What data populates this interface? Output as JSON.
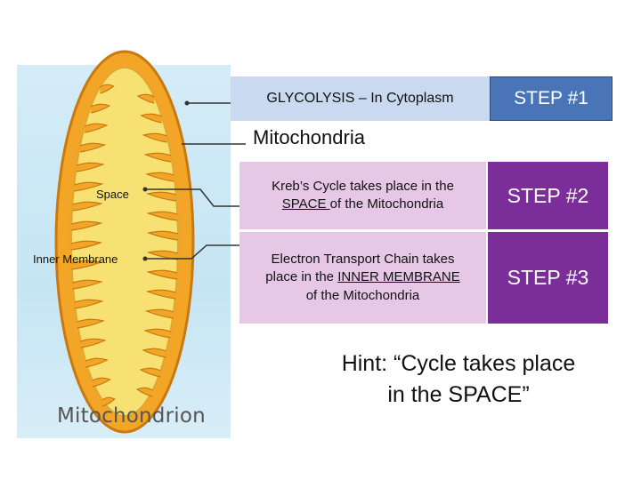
{
  "diagram": {
    "caption": "Mitochondrion",
    "labels": {
      "space": "Space",
      "inner_membrane": "Inner Membrane"
    }
  },
  "table": {
    "glycolysis": "GLYCOLYSIS – In Cytoplasm",
    "step1": "STEP #1",
    "section_title": "Mitochondria",
    "krebs": {
      "line1": "Kreb’s Cycle takes place in the",
      "underlined": "SPACE ",
      "line2_rest": "of the Mitochondria"
    },
    "step2": "STEP #2",
    "etc": {
      "line1": "Electron Transport Chain takes",
      "line2_prefix": "place in the ",
      "underlined": "INNER MEMBRANE",
      "line3": "of the Mitochondria"
    },
    "step3": "STEP #3"
  },
  "hint": {
    "line1": "Hint:  “Cycle takes place",
    "line2": "in the SPACE”"
  },
  "colors": {
    "glycolysis_bg": "#c9d9ef",
    "step1_bg": "#4a74b8",
    "cell_bg": "#e6c8e6",
    "step_bg": "#7b2d99",
    "mito_outer": "#f0a020",
    "mito_inner": "#f7e06a"
  }
}
